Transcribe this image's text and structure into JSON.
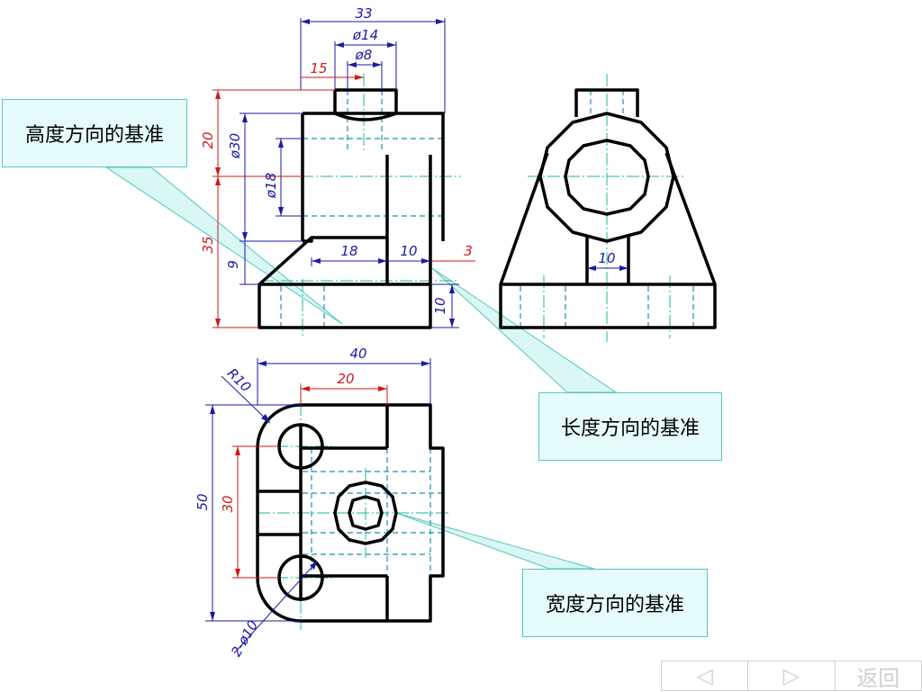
{
  "callouts": {
    "height_datum": "高度方向的基准",
    "length_datum": "长度方向的基准",
    "width_datum": "宽度方向的基准"
  },
  "dimensions": {
    "d33": "33",
    "phi14": "ø14",
    "phi8": "ø8",
    "d15": "15",
    "d20": "20",
    "phi30": "ø30",
    "phi18": "ø18",
    "d35": "35",
    "d9": "9",
    "d18": "18",
    "d10_front": "10",
    "d3": "3",
    "d10_base": "10",
    "d10_side": "10",
    "d40": "40",
    "d20_top": "20",
    "r10": "R10",
    "d50": "50",
    "d30": "30",
    "holes": "2-ø10"
  },
  "nav": {
    "prev_symbol": "◁",
    "next_symbol": "▷",
    "back_label": "返回"
  },
  "colors": {
    "outline": "#000000",
    "hidden": "#1a8fb0",
    "centerline": "#19b89c",
    "dim_blue": "#1a1aa6",
    "dim_red": "#cc1a1a",
    "callout_bg": "#e6fbfb",
    "callout_border": "#55c7b8"
  }
}
